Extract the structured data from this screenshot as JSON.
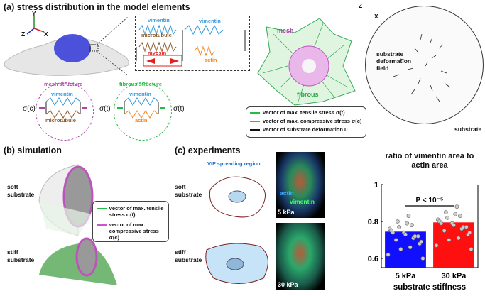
{
  "panel_a": {
    "title": "(a) stress distribution in the model elements",
    "axis_labels": {
      "z": "Z",
      "y": "Y",
      "x": "X"
    },
    "model_box": {
      "vimentin": "vimentin",
      "microtubule": "microtubule",
      "myosin": "myosin",
      "actin": "actin"
    },
    "mesh_structure": {
      "title": "mesh structure",
      "vimentin": "vimentin",
      "microtubule": "microtubule",
      "sigma": "σ(c)"
    },
    "fibrous_structure": {
      "title": "fibrous structure",
      "vimentin": "vimentin",
      "actin": "actin",
      "sigma_left": "σ(t)",
      "sigma_right": "σ(t)"
    },
    "cell_labels": {
      "mesh": "mesh",
      "fibrous": "fibrous"
    },
    "legend": [
      {
        "label": "vector of max. tensile stress σ(t)",
        "color": "#22bb44"
      },
      {
        "label": "vector of max. compressive stress σ(c)",
        "color": "#cc55cc"
      },
      {
        "label": "vector of substrate deformation u",
        "color": "#111111"
      }
    ],
    "substrate_field_label": "substrate deformation field",
    "substrate_label": "substrate",
    "corner_axes": {
      "z": "Z",
      "x": "X"
    }
  },
  "panel_b": {
    "title": "(b) simulation",
    "soft_label": "soft substrate",
    "stiff_label": "stiff substrate",
    "legend": [
      {
        "label": "vector of max. tensile stress σ(t)",
        "color": "#22bb44"
      },
      {
        "label": "vector of max. compressive stress σ(c)",
        "color": "#cc55cc"
      }
    ]
  },
  "panel_c": {
    "title": "(c) experiments",
    "vif_label": "VIF spreading region",
    "soft_label": "soft substrate",
    "stiff_label": "stiff substrate",
    "image1": {
      "kpa": "5 kPa",
      "actin": "actin",
      "vimentin": "vimentin"
    },
    "image2": {
      "kpa": "30 kPa"
    }
  },
  "chart_data": {
    "type": "bar",
    "title": "ratio of vimentin area to actin area",
    "categories": [
      "5 kPa",
      "30 kPa"
    ],
    "values": [
      0.745,
      0.795
    ],
    "colors": [
      "#1010ff",
      "#ff1010"
    ],
    "ylim": [
      0.55,
      1.0
    ],
    "yticks": [
      0.6,
      0.8,
      1
    ],
    "ytick_labels": [
      "0.6",
      "0.8",
      "1"
    ],
    "xlabel": "substrate stiffness",
    "annotation": "P < 10⁻⁵"
  }
}
